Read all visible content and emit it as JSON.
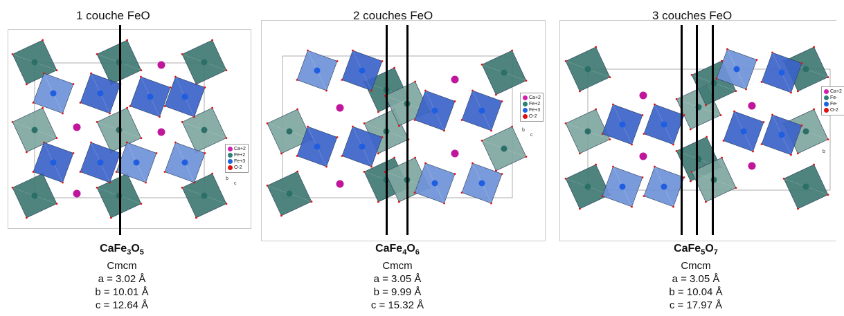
{
  "panels": [
    {
      "title": "1 couche FeO",
      "formula": {
        "base1": "CaFe",
        "n1": "3",
        "base2": "O",
        "n2": "5"
      },
      "space_group": "Cmcm",
      "a": "a = 3.02 Å",
      "b": "b = 10.01 Å",
      "c": "c = 12.64 Å",
      "legend": [
        {
          "label": "Ca+2",
          "color": "#d21fb0"
        },
        {
          "label": "Fe+2",
          "color": "#2f7f76"
        },
        {
          "label": "Fe+3",
          "color": "#1b63e0"
        },
        {
          "label": "O-2",
          "color": "#e01010"
        }
      ],
      "axis_b": "b",
      "axis_c": "c"
    },
    {
      "title": "2 couches FeO",
      "formula": {
        "base1": "CaFe",
        "n1": "4",
        "base2": "O",
        "n2": "6"
      },
      "space_group": "Cmcm",
      "a": "a = 3.05 Å",
      "b": "b = 9.99 Å",
      "c": "c = 15.32 Å",
      "legend": [
        {
          "label": "Ca+2",
          "color": "#d21fb0"
        },
        {
          "label": "Fe+2",
          "color": "#2f7f76"
        },
        {
          "label": "Fe+3",
          "color": "#1b63e0"
        },
        {
          "label": "O-2",
          "color": "#e01010"
        }
      ],
      "axis_b": "b",
      "axis_c": "c"
    },
    {
      "title": "3 couches FeO",
      "formula": {
        "base1": "CaFe",
        "n1": "5",
        "base2": "O",
        "n2": "7"
      },
      "space_group": "Cmcm",
      "a": "a = 3.05 Å",
      "b": "b = 10.04 Å",
      "c": "c = 17.97 Å",
      "legend": [
        {
          "label": "Ca+2",
          "color": "#d21fb0"
        },
        {
          "label": "Fe-",
          "color": "#2f7f76"
        },
        {
          "label": "Fe-",
          "color": "#1b63e0"
        },
        {
          "label": "O-2",
          "color": "#e01010"
        }
      ],
      "axis_b": "b",
      "axis_c": ""
    }
  ],
  "colors": {
    "fe2_octahedron": "#3f7a72",
    "fe3_octahedron": "#3b63c8",
    "light_green": "#7fa6a0",
    "light_blue": "#6f93d8",
    "ca_atom": "#c0169c",
    "fe2_atom": "#2c6f68",
    "fe3_atom": "#1f5ee0",
    "o_atom": "#e01010"
  }
}
